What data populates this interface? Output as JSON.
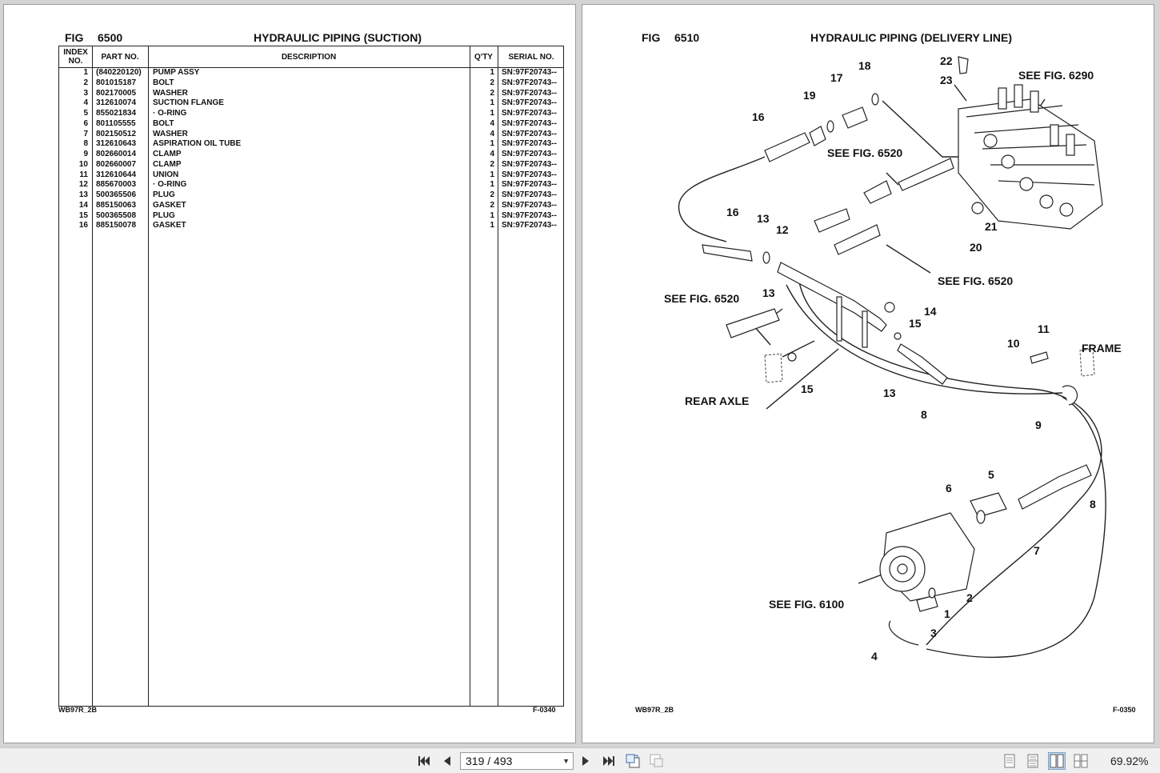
{
  "left_page": {
    "fig_label": "FIG",
    "fig_number": "6500",
    "title": "HYDRAULIC PIPING (SUCTION)",
    "table": {
      "headers": {
        "index": "INDEX NO.",
        "part": "PART NO.",
        "description": "DESCRIPTION",
        "qty": "Q'TY",
        "serial": "SERIAL NO."
      },
      "rows": [
        {
          "index": "1",
          "part": "(840220120)",
          "description": "PUMP ASSY",
          "qty": "1",
          "serial": "SN:97F20743--"
        },
        {
          "index": "2",
          "part": "801015187",
          "description": "BOLT",
          "qty": "2",
          "serial": "SN:97F20743--"
        },
        {
          "index": "3",
          "part": "802170005",
          "description": "WASHER",
          "qty": "2",
          "serial": "SN:97F20743--"
        },
        {
          "index": "4",
          "part": "312610074",
          "description": "SUCTION FLANGE",
          "qty": "1",
          "serial": "SN:97F20743--"
        },
        {
          "index": "5",
          "part": "855021834",
          "description": "· O-RING",
          "qty": "1",
          "serial": "SN:97F20743--"
        },
        {
          "index": "6",
          "part": "801105555",
          "description": "BOLT",
          "qty": "4",
          "serial": "SN:97F20743--"
        },
        {
          "index": "7",
          "part": "802150512",
          "description": "WASHER",
          "qty": "4",
          "serial": "SN:97F20743--"
        },
        {
          "index": "8",
          "part": "312610643",
          "description": "ASPIRATION OIL TUBE",
          "qty": "1",
          "serial": "SN:97F20743--"
        },
        {
          "index": "9",
          "part": "802660014",
          "description": "CLAMP",
          "qty": "4",
          "serial": "SN:97F20743--"
        },
        {
          "index": "10",
          "part": "802660007",
          "description": "CLAMP",
          "qty": "2",
          "serial": "SN:97F20743--"
        },
        {
          "index": "11",
          "part": "312610644",
          "description": "UNION",
          "qty": "1",
          "serial": "SN:97F20743--"
        },
        {
          "index": "12",
          "part": "885670003",
          "description": "· O-RING",
          "qty": "1",
          "serial": "SN:97F20743--"
        },
        {
          "index": "13",
          "part": "500365506",
          "description": "PLUG",
          "qty": "2",
          "serial": "SN:97F20743--"
        },
        {
          "index": "14",
          "part": "885150063",
          "description": "GASKET",
          "qty": "2",
          "serial": "SN:97F20743--"
        },
        {
          "index": "15",
          "part": "500365508",
          "description": "PLUG",
          "qty": "1",
          "serial": "SN:97F20743--"
        },
        {
          "index": "16",
          "part": "885150078",
          "description": "GASKET",
          "qty": "1",
          "serial": "SN:97F20743--"
        }
      ]
    },
    "footer_left": "WB97R_2B",
    "footer_right": "F-0340"
  },
  "right_page": {
    "fig_label": "FIG",
    "fig_number": "6510",
    "title": "HYDRAULIC PIPING (DELIVERY LINE)",
    "callouts": {
      "see_6290": "SEE FIG. 6290",
      "see_6520_a": "SEE FIG. 6520",
      "see_6520_b": "SEE FIG. 6520",
      "see_6520_c": "SEE FIG. 6520",
      "see_6100": "SEE FIG. 6100",
      "frame": "FRAME",
      "rear_axle": "REAR AXLE"
    },
    "footer_left": "WB97R_2B",
    "footer_right": "F-0350"
  },
  "toolbar": {
    "page_indicator": "319 / 493",
    "zoom": "69.92%"
  },
  "icons": [
    "first-page-icon",
    "prev-page-icon",
    "next-page-icon",
    "last-page-icon",
    "rotate-cw-icon",
    "rotate-ccw-icon",
    "single-page-view-icon",
    "continuous-view-icon",
    "facing-view-icon",
    "continuous-facing-view-icon"
  ]
}
